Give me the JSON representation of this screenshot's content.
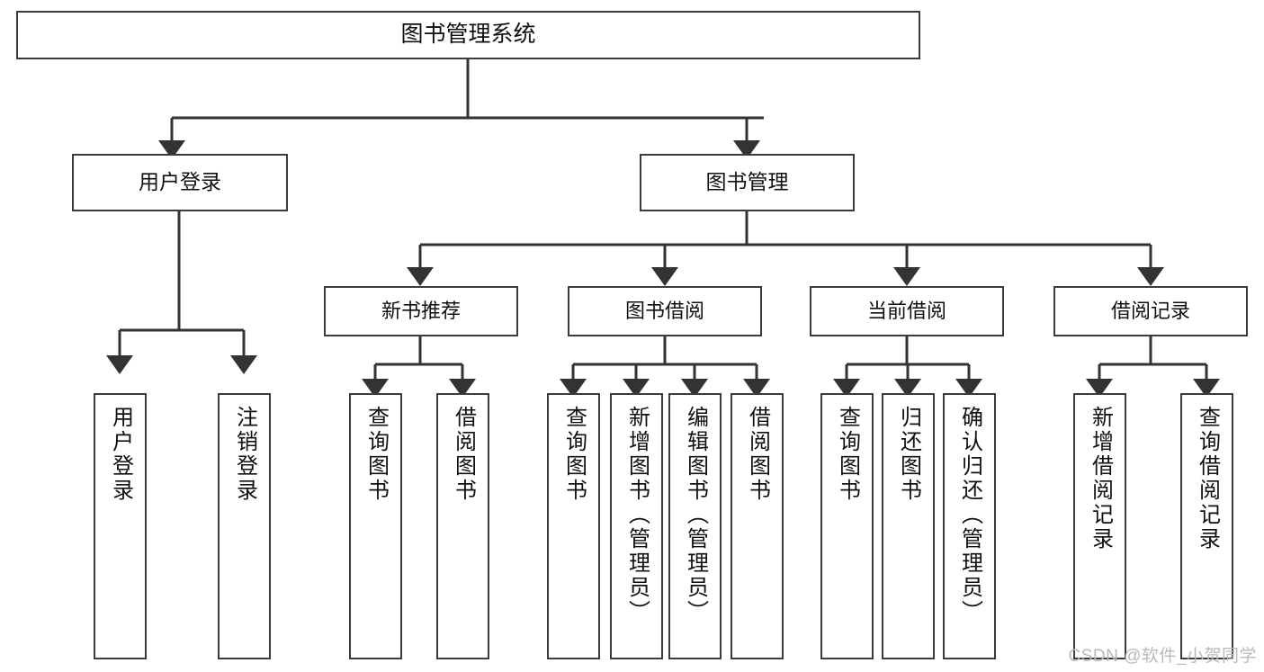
{
  "diagram": {
    "title": "图书管理系统",
    "watermark": "CSDN @软件_小贺同学",
    "colors": {
      "border": "#3b3b3b",
      "background": "#ffffff",
      "text": "#101010",
      "connector": "#333333",
      "watermark": "#b9b9b9"
    },
    "root": {
      "label": "图书管理系统"
    },
    "level1": [
      {
        "label": "用户登录"
      },
      {
        "label": "图书管理"
      }
    ],
    "level2": [
      {
        "label": "新书推荐"
      },
      {
        "label": "图书借阅"
      },
      {
        "label": "当前借阅"
      },
      {
        "label": "借阅记录"
      }
    ],
    "leaves": [
      {
        "label": "用户登录",
        "parent": "用户登录"
      },
      {
        "label": "注销登录",
        "parent": "用户登录"
      },
      {
        "label": "查询图书",
        "parent": "新书推荐"
      },
      {
        "label": "借阅图书",
        "parent": "新书推荐"
      },
      {
        "label": "查询图书",
        "parent": "图书借阅"
      },
      {
        "label": "新增图书（管理员）",
        "parent": "图书借阅"
      },
      {
        "label": "编辑图书（管理员）",
        "parent": "图书借阅"
      },
      {
        "label": "借阅图书",
        "parent": "图书借阅"
      },
      {
        "label": "查询图书",
        "parent": "当前借阅"
      },
      {
        "label": "归还图书",
        "parent": "当前借阅"
      },
      {
        "label": "确认归还（管理员）",
        "parent": "当前借阅"
      },
      {
        "label": "新增借阅记录",
        "parent": "借阅记录"
      },
      {
        "label": "查询借阅记录",
        "parent": "借阅记录"
      }
    ]
  }
}
